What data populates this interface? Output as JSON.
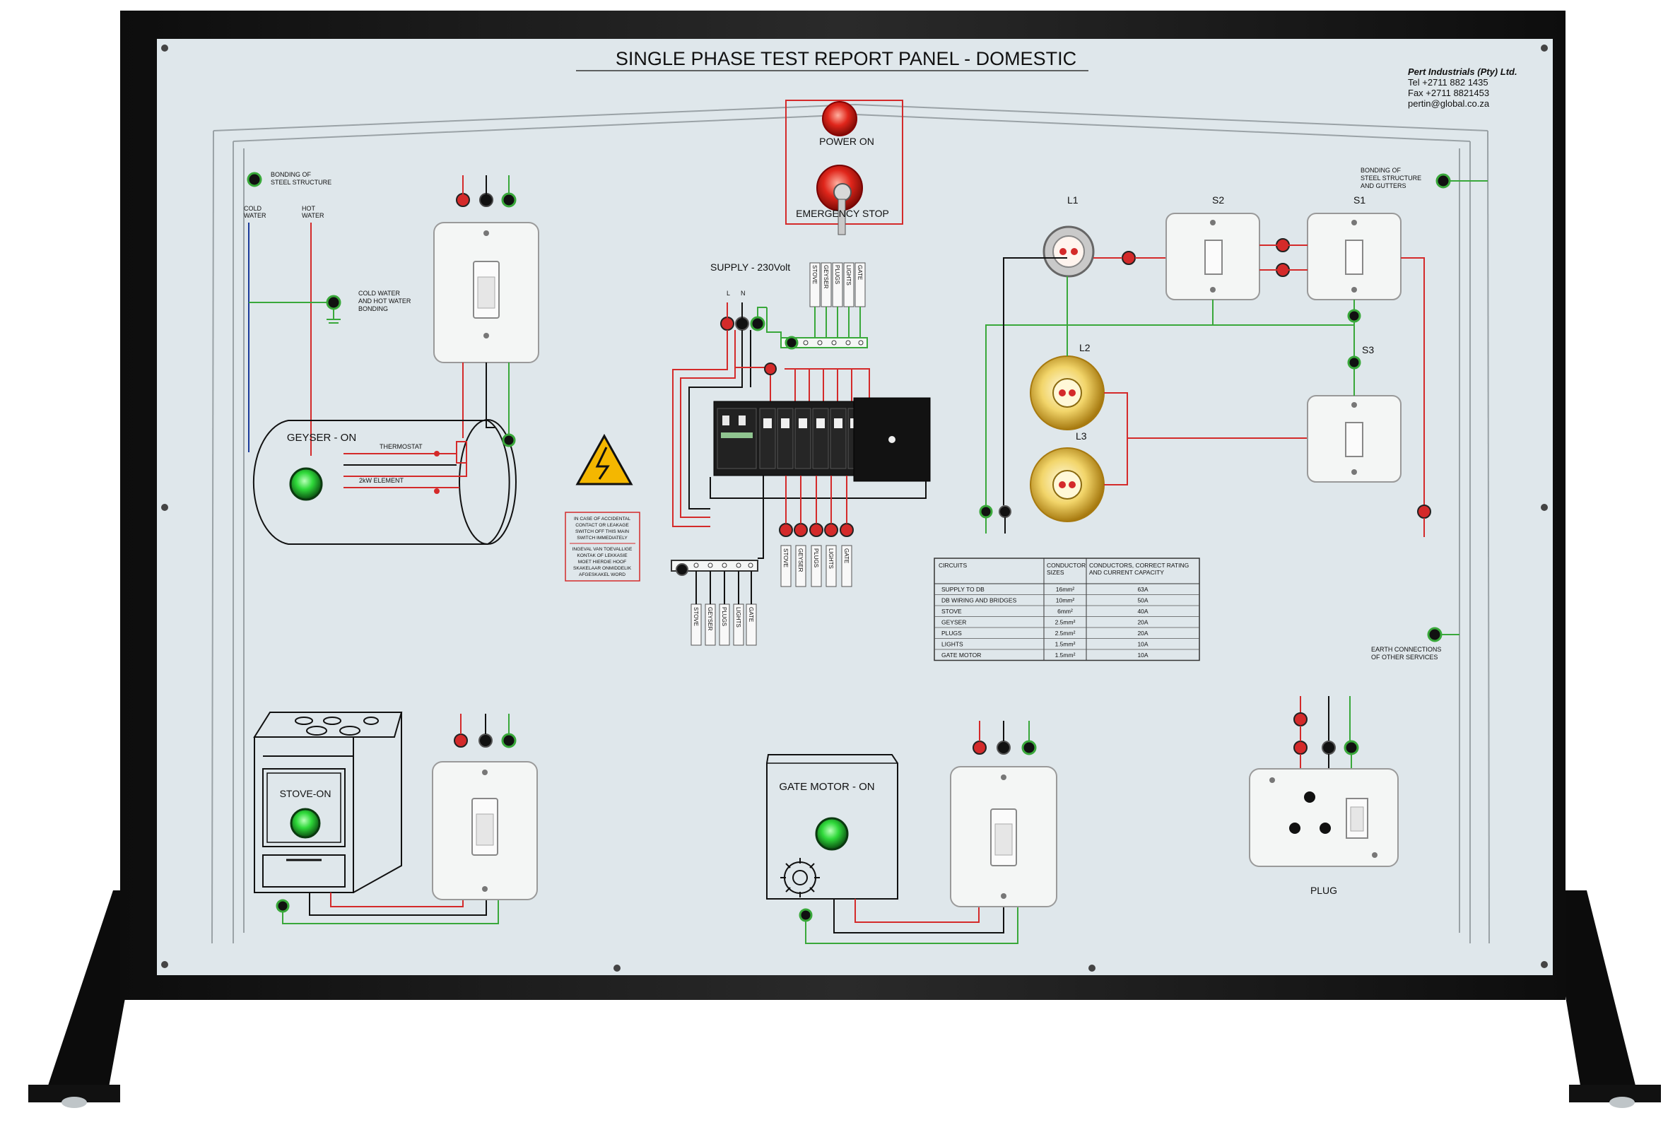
{
  "title": "SINGLE PHASE TEST REPORT PANEL - DOMESTIC",
  "company": {
    "name": "Pert Industrials (Pty) Ltd.",
    "tel": "Tel +2711 882 1435",
    "fax": "Fax +2711 8821453",
    "email": "pertin@global.co.za"
  },
  "emergency": {
    "power_on": "POWER ON",
    "emergency_stop": "EMERGENCY STOP"
  },
  "labels": {
    "bonding_left_1": "BONDING OF",
    "bonding_left_2": "STEEL STRUCTURE",
    "bonding_right_1": "BONDING OF",
    "bonding_right_2": "STEEL STRUCTURE",
    "bonding_right_3": "AND GUTTERS",
    "cold_water_1": "COLD",
    "cold_water_2": "WATER",
    "hot_water_1": "HOT",
    "hot_water_2": "WATER",
    "cw_hw_1": "COLD WATER",
    "cw_hw_2": "AND HOT WATER",
    "cw_hw_3": "BONDING",
    "earth_1": "EARTH CONNECTIONS",
    "earth_2": "OF OTHER SERVICES",
    "supply": "SUPPLY - 230Volt",
    "supply_l": "L",
    "supply_n": "N"
  },
  "circuit_tags": [
    "STOVE",
    "GEYSER",
    "PLUGS",
    "LIGHTS",
    "GATE"
  ],
  "warning_text": [
    "IN CASE OF ACCIDENTAL",
    "CONTACT OR LEAKAGE",
    "SWITCH OFF THIS MAIN",
    "SWITCH IMMEDIATELY",
    "INGEVAL VAN TOEVALLIGE",
    "KONTAK OF LEKKASIE",
    "MOET HIERDIE HOOF",
    "SKAKELAAR ONMIDDELIK",
    "AFGESKAKEL WORD"
  ],
  "geyser": {
    "title": "GEYSER - ON",
    "thermostat": "THERMOSTAT",
    "element": "2kW ELEMENT"
  },
  "stove": {
    "title": "STOVE-ON"
  },
  "gate_motor": {
    "title": "GATE MOTOR - ON"
  },
  "plug": {
    "title": "PLUG"
  },
  "lights": {
    "l1": "L1",
    "l2": "L2",
    "l3": "L3",
    "s1": "S1",
    "s2": "S2",
    "s3": "S3"
  },
  "table": {
    "headers": [
      "CIRCUITS",
      "CONDUCTOR SIZES",
      "CONDUCTORS, CORRECT RATING AND CURRENT CAPACITY"
    ],
    "header_lines": [
      [
        "CIRCUITS"
      ],
      [
        "CONDUCTOR",
        "SIZES"
      ],
      [
        "CONDUCTORS, CORRECT RATING",
        "AND CURRENT CAPACITY"
      ]
    ],
    "rows": [
      [
        "SUPPLY TO DB",
        "16mm²",
        "63A"
      ],
      [
        "DB WIRING AND BRIDGES",
        "10mm²",
        "50A"
      ],
      [
        "STOVE",
        "6mm²",
        "40A"
      ],
      [
        "GEYSER",
        "2.5mm²",
        "20A"
      ],
      [
        "PLUGS",
        "2.5mm²",
        "20A"
      ],
      [
        "LIGHTS",
        "1.5mm²",
        "10A"
      ],
      [
        "GATE MOTOR",
        "1.5mm²",
        "10A"
      ]
    ]
  },
  "colors": {
    "panel": "#dfe7eb",
    "frame": "#1a1a1a",
    "live": "#d42a2a",
    "neutral": "#111111",
    "earth": "#39a83a",
    "lamp_on": "#2fd93a",
    "warning": "#f4b700"
  }
}
